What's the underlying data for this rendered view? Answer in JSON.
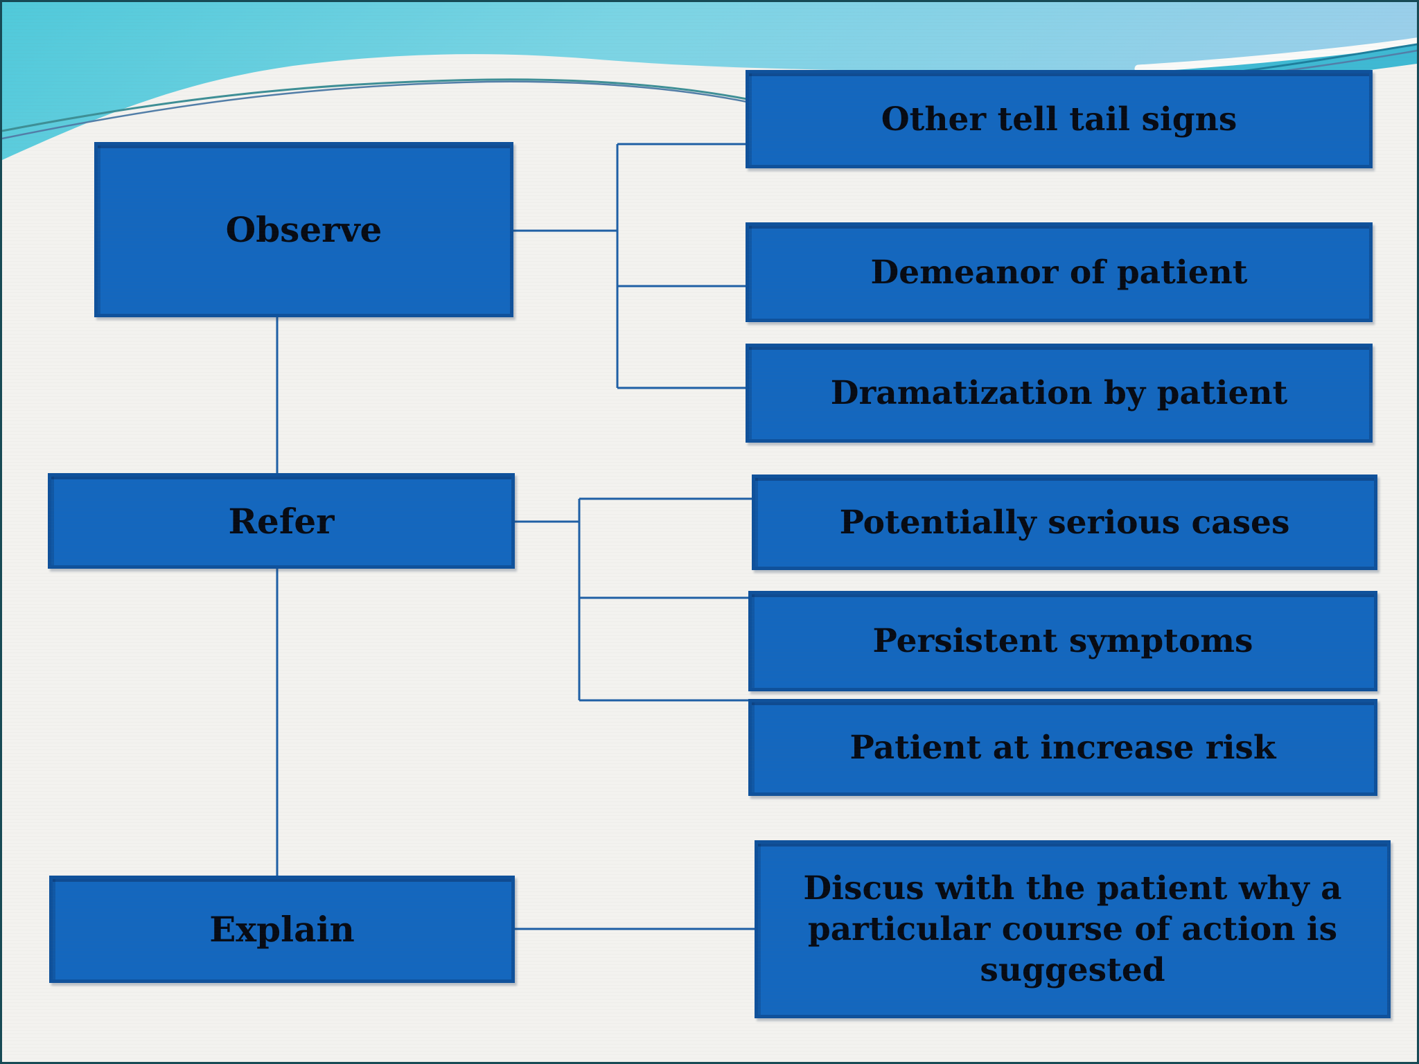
{
  "slide": {
    "background_color": "#F3F2EF",
    "border_color": "#174A55"
  },
  "decoration": {
    "cyan_left": "#50C9DA",
    "cyan_mid": "#7BD4E4",
    "cyan_right": "#9ACFEA",
    "teal_ribbon": "#3FB9D3",
    "white_band": "#FAFAF8",
    "pinstripe_dark": "#1E7E9C",
    "pinstripe_blue": "#527EA8",
    "arc_teal": "#3E8F96",
    "arc_blue": "#527EA8"
  },
  "connectors": {
    "color": "#1E5FA5"
  },
  "nodes": {
    "fill": "#1467BE",
    "border_color": "#0F519B",
    "text_color": "#070B14",
    "left": [
      {
        "label": "Observe"
      },
      {
        "label": "Refer"
      },
      {
        "label": "Explain"
      }
    ],
    "right": [
      {
        "parent": "Observe",
        "label": "Other tell tail signs"
      },
      {
        "parent": "Observe",
        "label": "Demeanor of patient"
      },
      {
        "parent": "Observe",
        "label": "Dramatization by patient"
      },
      {
        "parent": "Refer",
        "label": "Potentially serious cases"
      },
      {
        "parent": "Refer",
        "label": "Persistent symptoms"
      },
      {
        "parent": "Refer",
        "label": "Patient at increase risk"
      },
      {
        "parent": "Explain",
        "label": "Discus with the patient why a particular course of action is suggested"
      }
    ]
  }
}
